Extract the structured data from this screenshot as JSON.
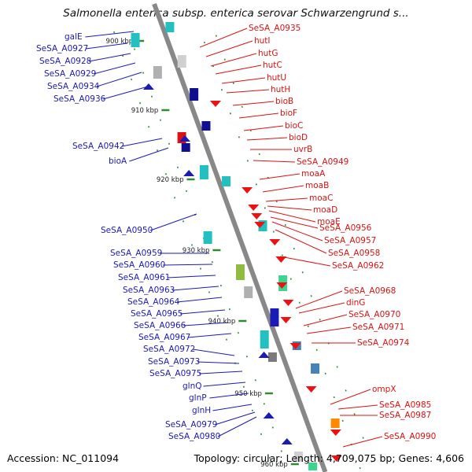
{
  "title": "Salmonella enterica subsp. enterica serovar Schwarzengrund s...",
  "footer": {
    "accession": "Accession: NC_011094",
    "summary": "Topology: circular; Length: 4,709,075 bp; Genes: 4,606"
  },
  "colors": {
    "left_labels": "#1a1ab4",
    "right_labels": "#dd1111",
    "backbone": "#888888",
    "tick": "#2e8b2e"
  },
  "kbp_ticks": [
    "900 kbp",
    "910 kbp",
    "920 kbp",
    "930 kbp",
    "940 kbp",
    "950 kbp",
    "960 kbp"
  ],
  "left_genes": [
    "galE",
    "SeSA_A0927",
    "SeSA_A0928",
    "SeSA_A0929",
    "SeSA_A0934",
    "SeSA_A0936",
    "SeSA_A0942",
    "bioA",
    "SeSA_A0950",
    "SeSA_A0959",
    "SeSA_A0960",
    "SeSA_A0961",
    "SeSA_A0963",
    "SeSA_A0964",
    "SeSA_A0965",
    "SeSA_A0966",
    "SeSA_A0967",
    "SeSA_A0972",
    "SeSA_A0973",
    "SeSA_A0975",
    "glnQ",
    "glnP",
    "glnH",
    "SeSA_A0979",
    "SeSA_A0980"
  ],
  "right_genes": [
    "SeSA_A0935",
    "hutI",
    "hutG",
    "hutC",
    "hutU",
    "hutH",
    "bioB",
    "bioF",
    "bioC",
    "bioD",
    "uvrB",
    "SeSA_A0949",
    "moaA",
    "moaB",
    "moaC",
    "moaD",
    "moaE",
    "SeSA_A0956",
    "SeSA_A0957",
    "SeSA_A0958",
    "SeSA_A0962",
    "SeSA_A0968",
    "dinG",
    "SeSA_A0970",
    "SeSA_A0971",
    "SeSA_A0974",
    "ompX",
    "SeSA_A0985",
    "SeSA_A0987",
    "SeSA_A0990"
  ]
}
